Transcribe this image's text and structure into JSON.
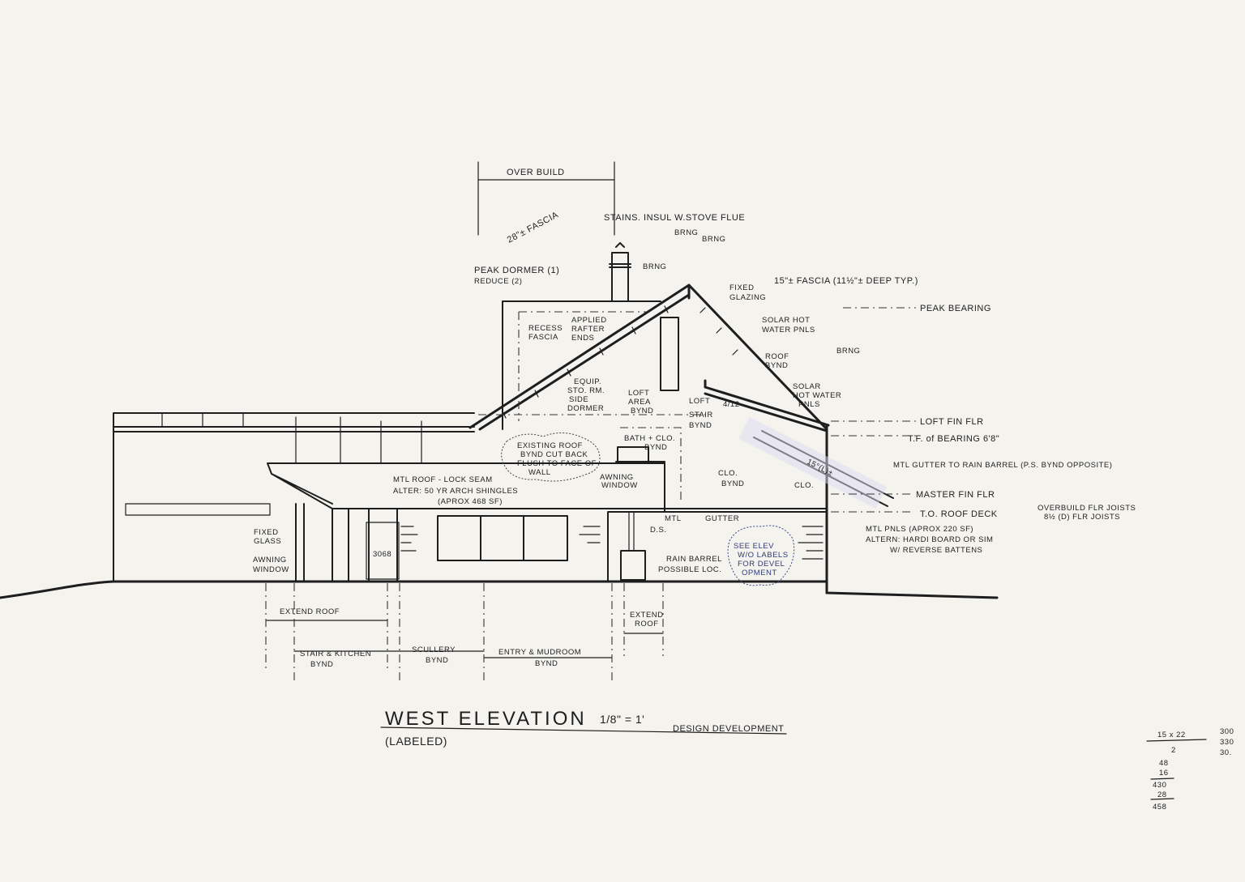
{
  "drawing": {
    "title": "WEST ELEVATION",
    "subtitle": "(LABELED)",
    "scale": "1/8\" = 1'",
    "phase": "DESIGN DEVELOPMENT",
    "paper_color": "#f4f3ee",
    "ink_color": "#1e1e1e"
  },
  "notes": {
    "over_build": "OVER BUILD",
    "stove_flue": "STAINS. INSUL W.STOVE FLUE",
    "fascia_28": "28\"± FASCIA",
    "peak_dormer_1": "PEAK DORMER (1)",
    "peak_dormer_2": "REDUCE (2)",
    "brng_1": "BRNG",
    "brng_2": "BRNG",
    "brng_3": "BRNG",
    "brng_4": "BRNG",
    "fascia_15": "15\"± FASCIA (11½\"± DEEP TYP.)",
    "fixed_glazing_1": "FIXED",
    "fixed_glazing_2": "GLAZING",
    "peak_bearing": "PEAK BEARING",
    "recess_fascia_1": "RECESS",
    "recess_fascia_2": "FASCIA",
    "applied_rafter_1": "APPLIED",
    "applied_rafter_2": "RAFTER",
    "applied_rafter_3": "ENDS",
    "solar_panels_1a": "SOLAR HOT",
    "solar_panels_1b": "WATER PNLS",
    "roof_bynd_1": "ROOF",
    "roof_bynd_2": "BYND",
    "equip_1": "EQUIP.",
    "equip_2": "STO. RM.",
    "equip_3": "SIDE",
    "equip_4": "DORMER",
    "loft_area_1": "LOFT",
    "loft_area_2": "AREA",
    "loft_area_3": "BYND",
    "loft_stair_1": "LOFT",
    "loft_stair_2": "STAIR",
    "loft_stair_3": "BYND",
    "solar_panels_2a": "SOLAR",
    "solar_panels_2b": "HOT WATER",
    "solar_panels_2c": "PNLS",
    "pitch_4": "4/12",
    "pitch_15": "15°(L)±",
    "bath_clo_1": "BATH + CLO.",
    "bath_clo_2": "BYND",
    "existing_roof_1": "EXISTING ROOF",
    "existing_roof_2": "BYND CUT BACK",
    "existing_roof_3": "FLUSH TO FACE OF",
    "existing_roof_4": "WALL",
    "awning_window_1": "AWNING",
    "awning_window_2": "WINDOW",
    "clo_bynd_1": "CLO.",
    "clo_bynd_2": "BYND",
    "clo": "CLO.",
    "mtl_roof_1": "MTL ROOF - LOCK SEAM",
    "mtl_roof_2": "ALTER: 50 YR ARCH SHINGLES",
    "mtl_roof_3": "(APROX 468 SF)",
    "loft_fin_flr": "LOFT FIN FLR",
    "tf_bearing": "T.F. of BEARING 6'8\"",
    "mtl_gutter": "MTL GUTTER TO RAIN BARREL (P.S. BYND OPPOSITE)",
    "master_fin_flr": "MASTER FIN FLR",
    "tf_roof_deck": "T.O. ROOF DECK",
    "overbuild_joists_1": "OVERBUILD FLR JOISTS",
    "overbuild_joists_2": "8½ (D) FLR JOISTS",
    "mtl_panels_1": "MTL PNLS (APROX 220 SF)",
    "mtl_panels_2": "ALTERN: HARDI BOARD OR SIM",
    "mtl_panels_3": "W/ REVERSE BATTENS",
    "fixed_glass_1": "FIXED",
    "fixed_glass_2": "GLASS",
    "awning_window_b1": "AWNING",
    "awning_window_b2": "WINDOW",
    "door_size": "3068",
    "mtl_gutter_short": "MTL",
    "gutter": "GUTTER",
    "ds": "D.S.",
    "rain_barrel_1": "RAIN BARREL",
    "rain_barrel_2": "POSSIBLE LOC.",
    "see_elev_1": "SEE ELEV",
    "see_elev_2": "W/O LABELS",
    "see_elev_3": "FOR DEVEL",
    "see_elev_4": "OPMENT"
  },
  "dimensions": {
    "extend_roof_left": "EXTEND ROOF",
    "extend_roof_right_1": "EXTEND",
    "extend_roof_right_2": "ROOF",
    "stair_kitchen_1": "STAIR & KITCHEN",
    "stair_kitchen_2": "BYND",
    "scullery_1": "SCULLERY",
    "scullery_2": "BYND",
    "entry_mudroom_1": "ENTRY & MUDROOM",
    "entry_mudroom_2": "BYND"
  },
  "calc": {
    "line1": "15 x 22",
    "line2": "2",
    "line3": "48",
    "line4": "16",
    "line5": "430",
    "line6": "28",
    "line7": "458",
    "col1": "300",
    "col2": "330",
    "col3": "30."
  }
}
